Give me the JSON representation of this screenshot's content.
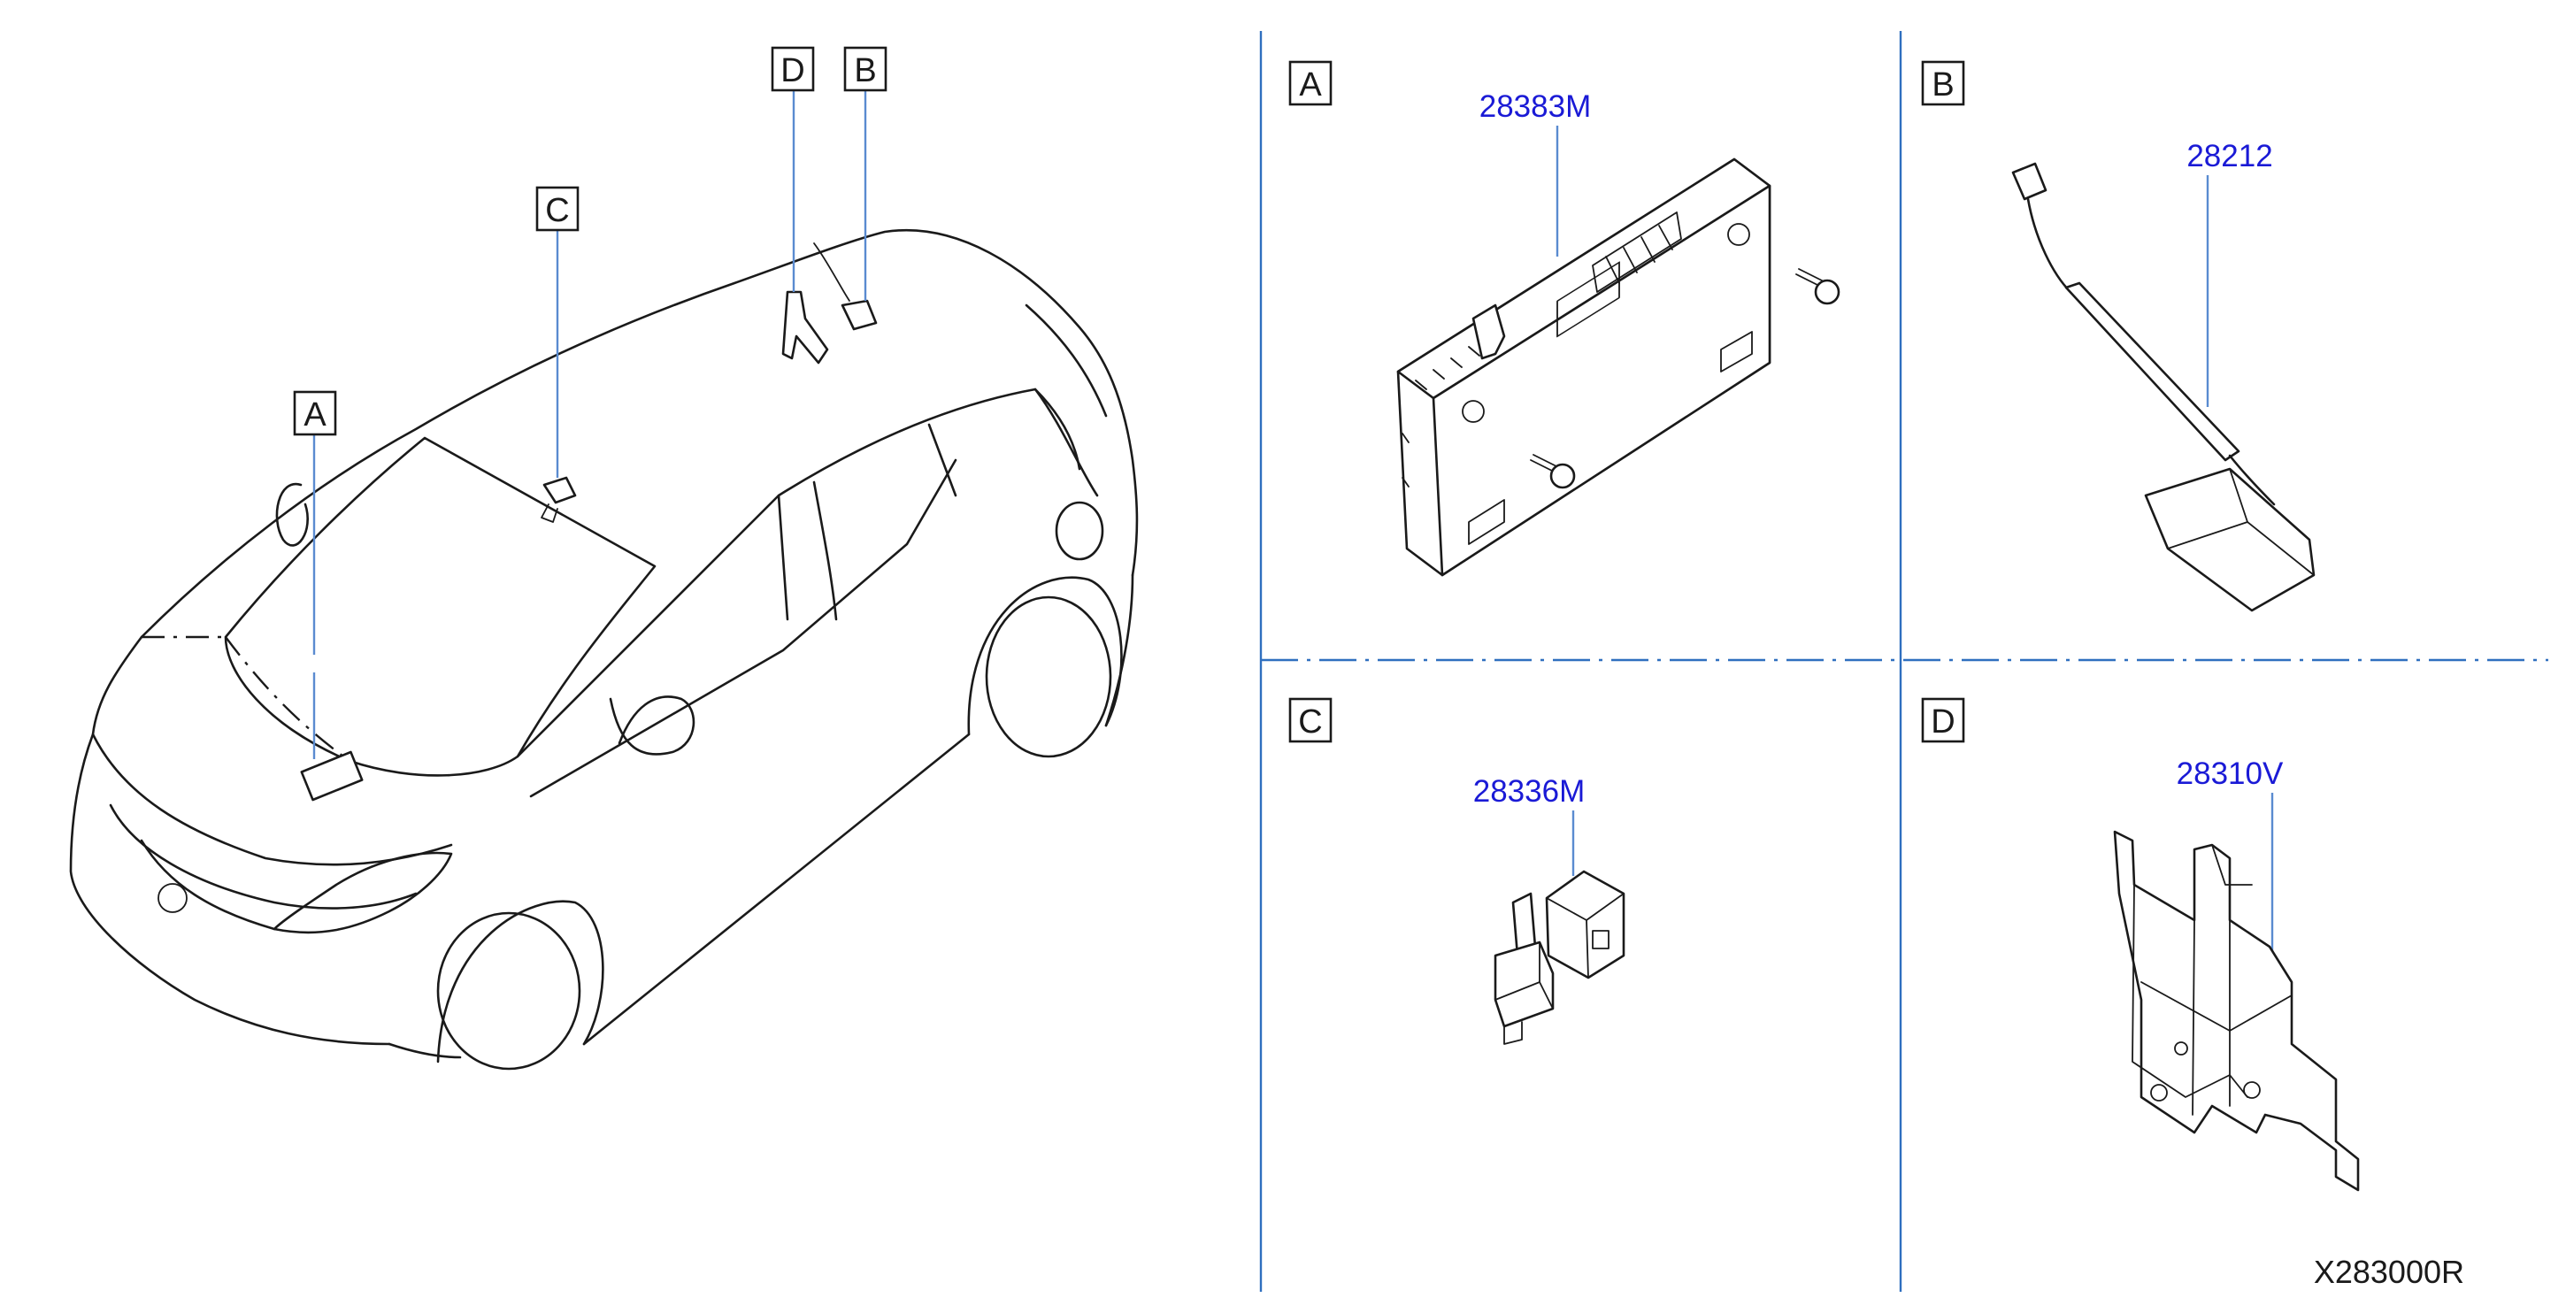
{
  "overview": {
    "callouts": [
      "A",
      "B",
      "C",
      "D"
    ]
  },
  "panels": [
    {
      "letter": "A",
      "part_number": "28383M"
    },
    {
      "letter": "B",
      "part_number": "28212"
    },
    {
      "letter": "C",
      "part_number": "28336M"
    },
    {
      "letter": "D",
      "part_number": "28310V"
    }
  ],
  "diagram_ref": "X283000R",
  "colors": {
    "part_number": "#1a1ad6",
    "leader": "#5a8bd0",
    "separator": "#2f6fbf"
  }
}
